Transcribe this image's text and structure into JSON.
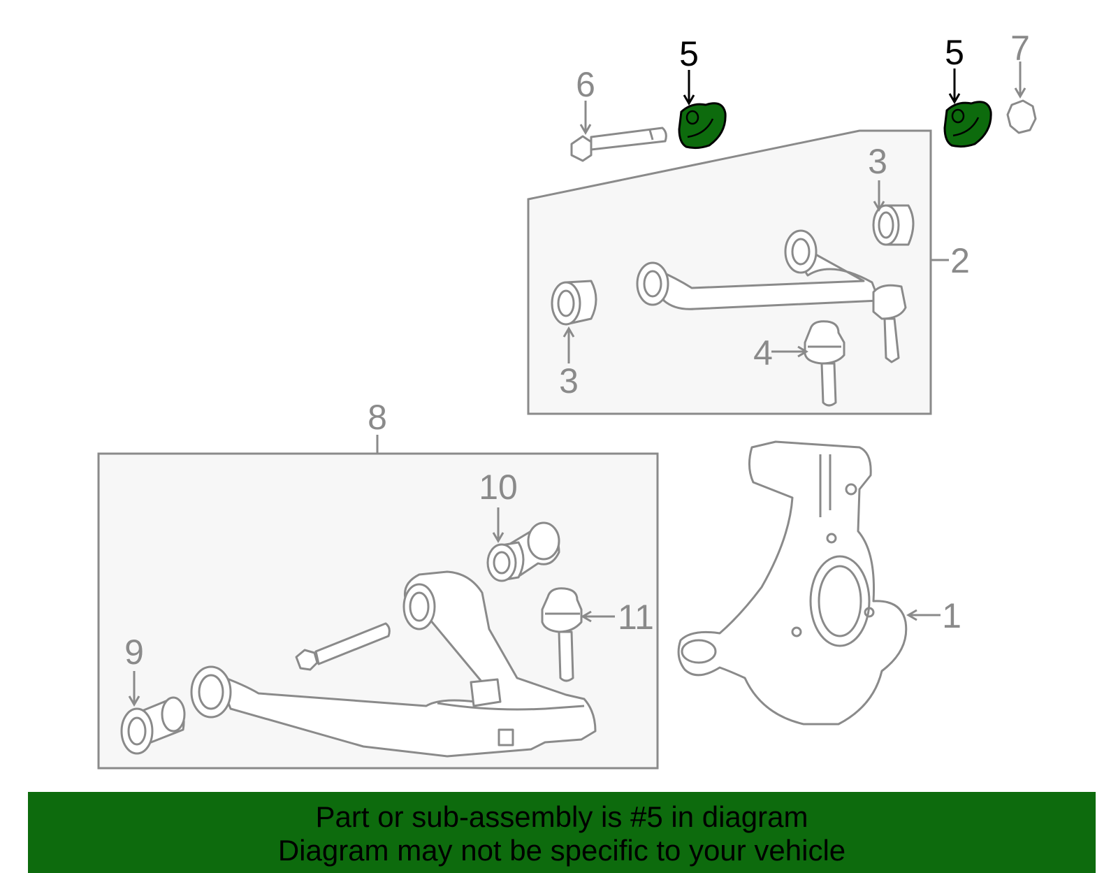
{
  "callouts": {
    "c1": "1",
    "c2": "2",
    "c3a": "3",
    "c3b": "3",
    "c4": "4",
    "c5a": "5",
    "c5b": "5",
    "c6": "6",
    "c7": "7",
    "c8": "8",
    "c9": "9",
    "c10": "10",
    "c11": "11"
  },
  "highlight": {
    "part_number": "5",
    "color": "#0d6b0d"
  },
  "banner": {
    "line1": "Part or sub-assembly is #5 in diagram",
    "line2": "Diagram may not be specific to your vehicle",
    "background": "#0d6b0d"
  }
}
